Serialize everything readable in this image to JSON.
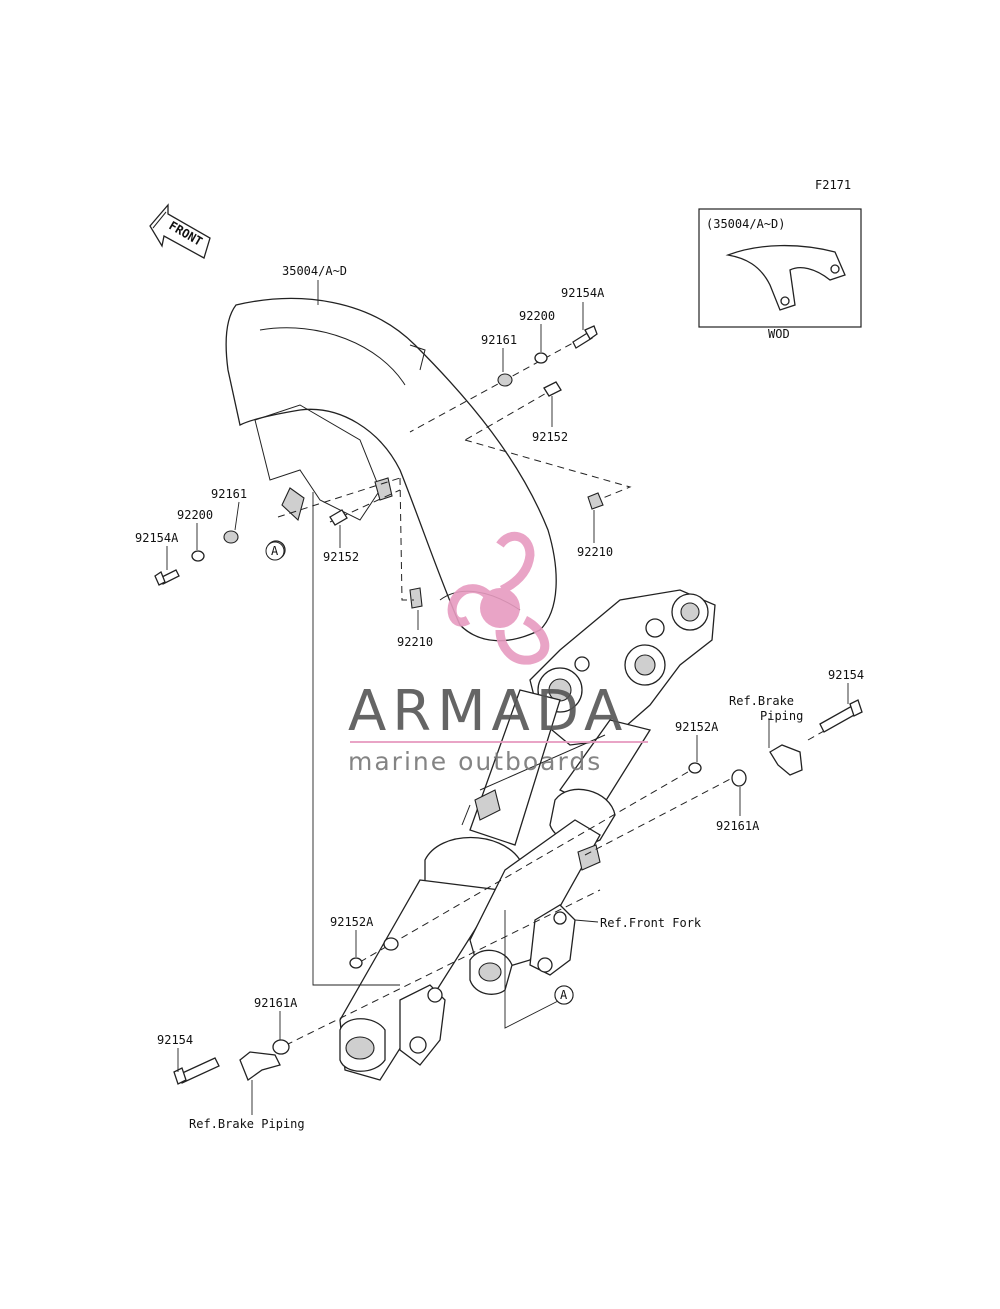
{
  "figure_code": "F2171",
  "front_arrow_label": "FRONT",
  "inset": {
    "title": "(35004/A~D)",
    "caption": "WOD"
  },
  "callouts": {
    "fender": "35004/A~D",
    "bolt_a_right": "92154A",
    "washer_right": "92200",
    "grommet_right": "92161",
    "collar_right": "92152",
    "nut_right": "92210",
    "grommet_left": "92161",
    "washer_left": "92200",
    "bolt_a_left": "92154A",
    "collar_left": "92152",
    "nut_left": "92210",
    "ref_A_left": "A",
    "ref_A_bottom": "A",
    "bolt_right": "92154",
    "brake_ref_right_line1": "Ref.Brake",
    "brake_ref_right_line2": "Piping",
    "collar_a_right": "92152A",
    "grommet_a_right": "92161A",
    "front_fork_ref": "Ref.Front Fork",
    "collar_a_left": "92152A",
    "grommet_a_left": "92161A",
    "bolt_left": "92154",
    "brake_ref_left": "Ref.Brake Piping"
  },
  "watermark": {
    "brand": "ARMADA",
    "tagline": "marine outboards",
    "accent_color": "#e79bc0",
    "text_color": "#555555"
  }
}
